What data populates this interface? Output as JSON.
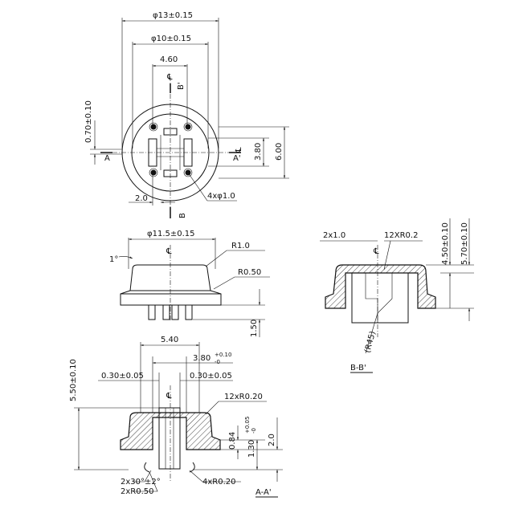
{
  "top_view": {
    "dia_outer": "φ13±0.15",
    "dia_inner": "φ10±0.15",
    "width_460": "4.60",
    "thickness": "0.70±0.10",
    "height_380": "3.80",
    "height_600": "6.00",
    "offset_20": "2.0",
    "holes": "4xφ1.0",
    "cut_b": "B",
    "cut_b_prime": "B'",
    "cut_a": "A",
    "cut_a_prime": "A'"
  },
  "side_view": {
    "dia": "φ11.5±0.15",
    "angle": "1°",
    "r10": "R1.0",
    "r050": "R0.50",
    "height_150": "1.50"
  },
  "section_bb": {
    "label": "B-B'",
    "width_10": "2x1.0",
    "radius": "12XR0.2",
    "h1": "4.50±0.10",
    "h2": "5.70±0.10",
    "r45": "(R45)"
  },
  "section_aa": {
    "label": "A-A'",
    "w_540": "5.40",
    "w_380": "3.80",
    "tol_up": "+0.10",
    "tol_dn": "-0",
    "gap_left": "0.30±0.05",
    "gap_right": "0.30±0.05",
    "h_550": "5.50±0.10",
    "radius": "12xR0.20",
    "h_084": "0.84",
    "h_130": "1.30",
    "tol_130_up": "+0.05",
    "tol_130_dn": "-0",
    "h_20": "2.0",
    "angle": "2x30°±2°",
    "r050": "2xR0.50",
    "r020": "4xR0.20"
  },
  "center_mark": "℄"
}
